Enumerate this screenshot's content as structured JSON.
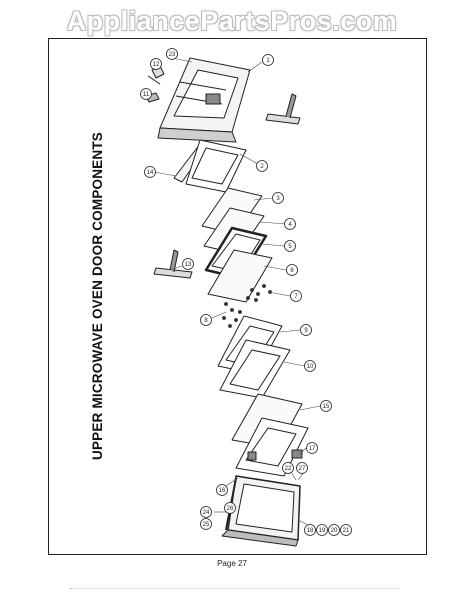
{
  "watermark": "AppliancePartsPros.com",
  "title": "UPPER MICROWAVE OVEN DOOR COMPONENTS",
  "page_number": "Page 27",
  "callouts": [
    {
      "label": "1"
    },
    {
      "label": "2"
    },
    {
      "label": "3"
    },
    {
      "label": "4"
    },
    {
      "label": "5"
    },
    {
      "label": "6"
    },
    {
      "label": "7"
    },
    {
      "label": "8"
    },
    {
      "label": "9"
    },
    {
      "label": "10"
    },
    {
      "label": "11"
    },
    {
      "label": "12"
    },
    {
      "label": "13"
    },
    {
      "label": "14"
    },
    {
      "label": "15"
    },
    {
      "label": "16"
    },
    {
      "label": "17"
    },
    {
      "label": "18"
    },
    {
      "label": "19"
    },
    {
      "label": "20"
    },
    {
      "label": "21"
    },
    {
      "label": "22"
    },
    {
      "label": "23"
    },
    {
      "label": "24"
    },
    {
      "label": "25"
    },
    {
      "label": "26"
    },
    {
      "label": "27"
    }
  ]
}
